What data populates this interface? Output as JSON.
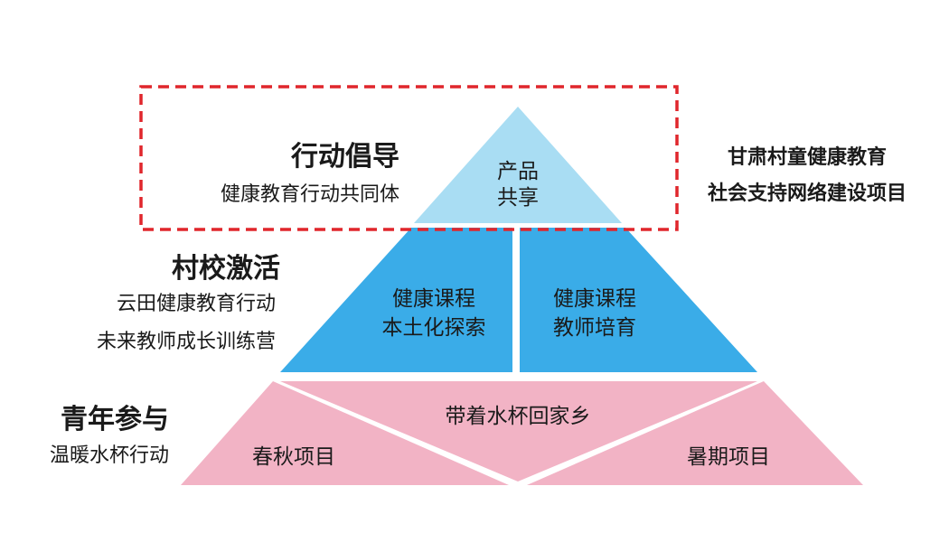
{
  "colors": {
    "top": "#a9ddf3",
    "middle": "#3aace8",
    "bottom": "#f2b3c5",
    "dashed_frame": "#e0262c",
    "text": "#1a1a1a"
  },
  "top_tier": {
    "left_title": "行动倡导",
    "left_subtitle": "健康教育行动共同体",
    "apex_line1": "产品",
    "apex_line2": "共享"
  },
  "right_title": {
    "line1": "甘肃村童健康教育",
    "line2": "社会支持网络建设项目"
  },
  "middle_tier": {
    "left_title": "村校激活",
    "left_line1": "云田健康教育行动",
    "left_line2": "未来教师成长训练营",
    "block_left_line1": "健康课程",
    "block_left_line2": "本土化探索",
    "block_right_line1": "健康课程",
    "block_right_line2": "教师培育"
  },
  "bottom_tier": {
    "left_title": "青年参与",
    "left_line1": "温暖水杯行动",
    "center": "带着水杯回家乡",
    "left_block": "春秋项目",
    "right_block": "暑期项目"
  }
}
